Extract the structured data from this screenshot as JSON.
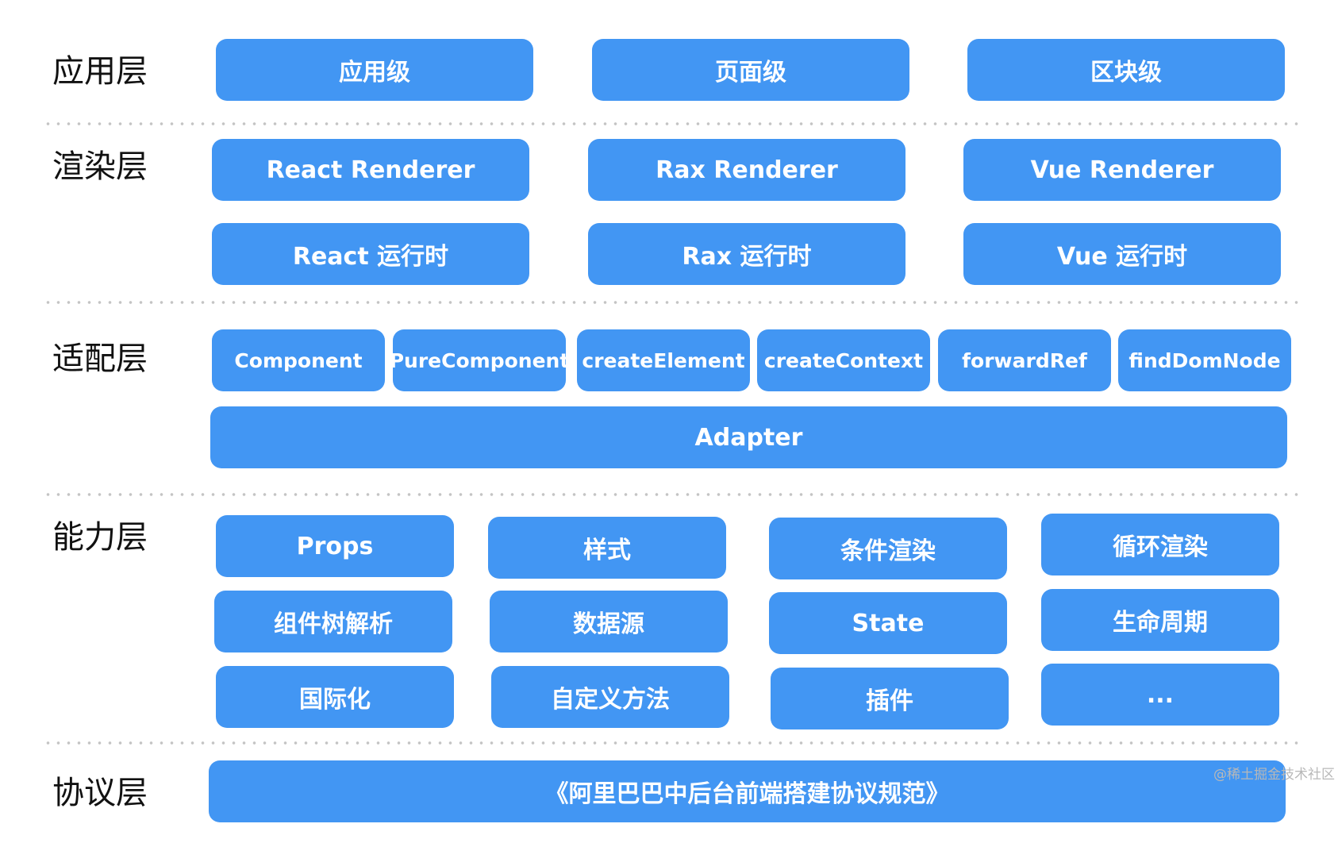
{
  "layers": {
    "application": {
      "label": "应用层",
      "items": [
        "应用级",
        "页面级",
        "区块级"
      ]
    },
    "render": {
      "label": "渲染层",
      "renderers": [
        "React Renderer",
        "Rax Renderer",
        "Vue Renderer"
      ],
      "runtimes": [
        "React 运行时",
        "Rax 运行时",
        "Vue 运行时"
      ]
    },
    "adapter": {
      "label": "适配层",
      "apis": [
        "Component",
        "PureComponent",
        "createElement",
        "createContext",
        "forwardRef",
        "findDomNode"
      ],
      "adapter": "Adapter"
    },
    "capability": {
      "label": "能力层",
      "row1": [
        "Props",
        "样式",
        "条件渲染",
        "循环渲染"
      ],
      "row2": [
        "组件树解析",
        "数据源",
        "State",
        "生命周期"
      ],
      "row3": [
        "国际化",
        "自定义方法",
        "插件",
        "..."
      ]
    },
    "protocol": {
      "label": "协议层",
      "spec": "《阿里巴巴中后台前端搭建协议规范》"
    }
  },
  "watermark": "@稀土掘金技术社区",
  "colors": {
    "box": "#4296f3",
    "box_text": "#ffffff",
    "label_text": "#111111",
    "divider": "#c4c4c4"
  }
}
